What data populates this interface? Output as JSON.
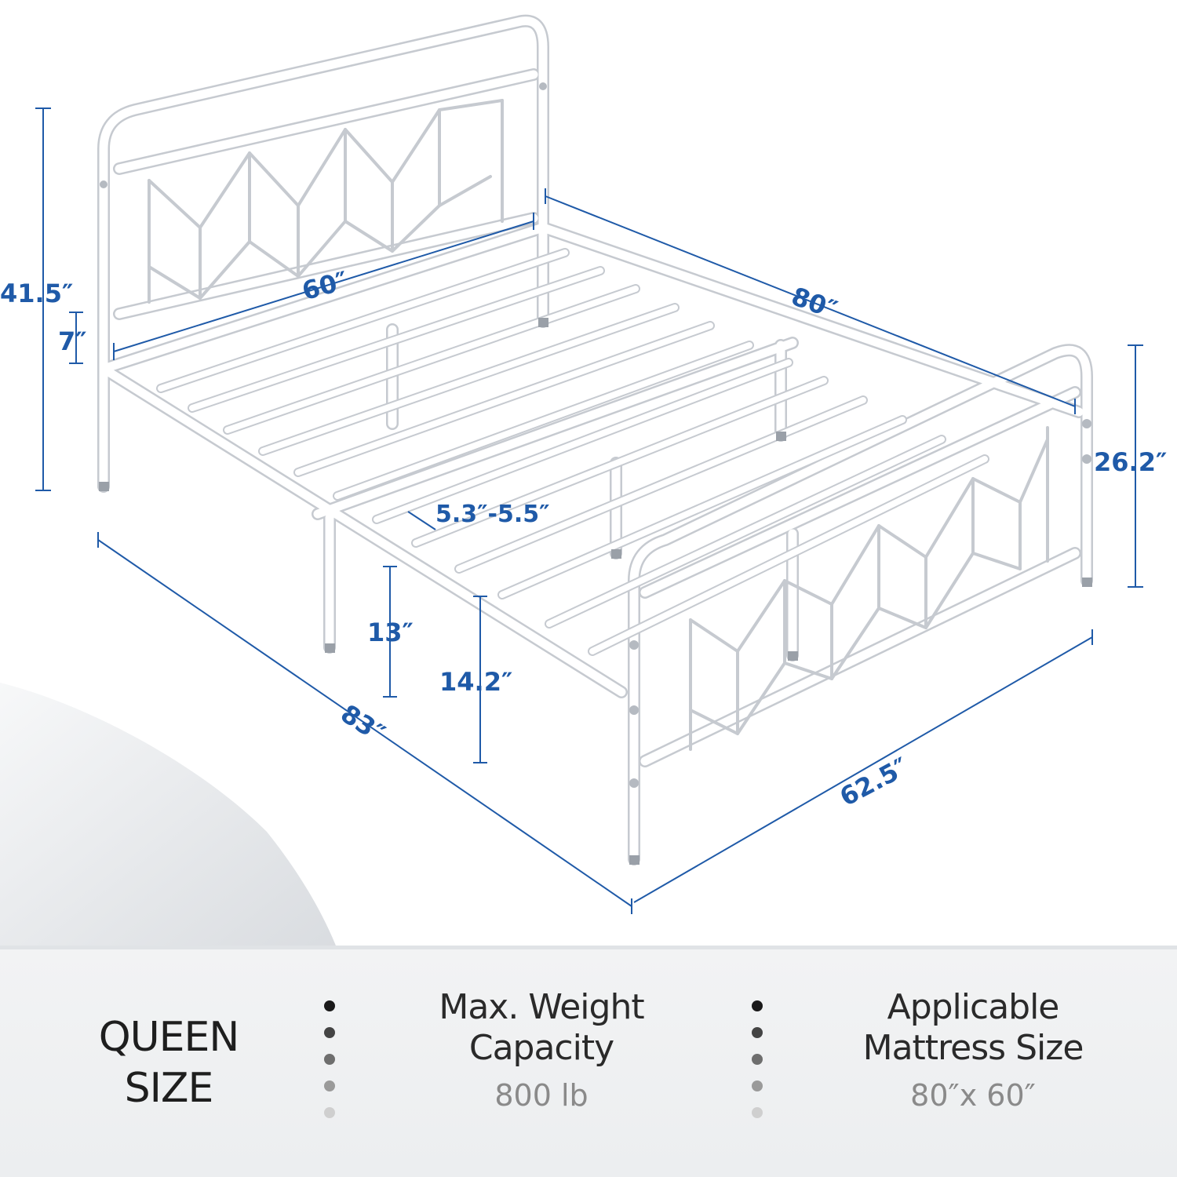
{
  "dimensions": {
    "total_height": "41.5″",
    "headboard_gap": "7″",
    "inner_width": "60″",
    "inner_length": "80″",
    "footboard_height": "26.2″",
    "slat_gap": "5.3″-5.5″",
    "under_bed_clearance": "13″",
    "frame_height": "14.2″",
    "total_length": "83″",
    "total_width": "62.5″"
  },
  "specs": {
    "size_line1": "QUEEN",
    "size_line2": "SIZE",
    "weight_title_line1": "Max. Weight",
    "weight_title_line2": "Capacity",
    "weight_value": "800 lb",
    "mattress_title_line1": "Applicable",
    "mattress_title_line2": "Mattress Size",
    "mattress_value": "80″x 60″"
  },
  "colors": {
    "dimension_blue": "#1f5aa8",
    "frame": "#ffffff",
    "frame_edge": "#c9ccd1"
  }
}
